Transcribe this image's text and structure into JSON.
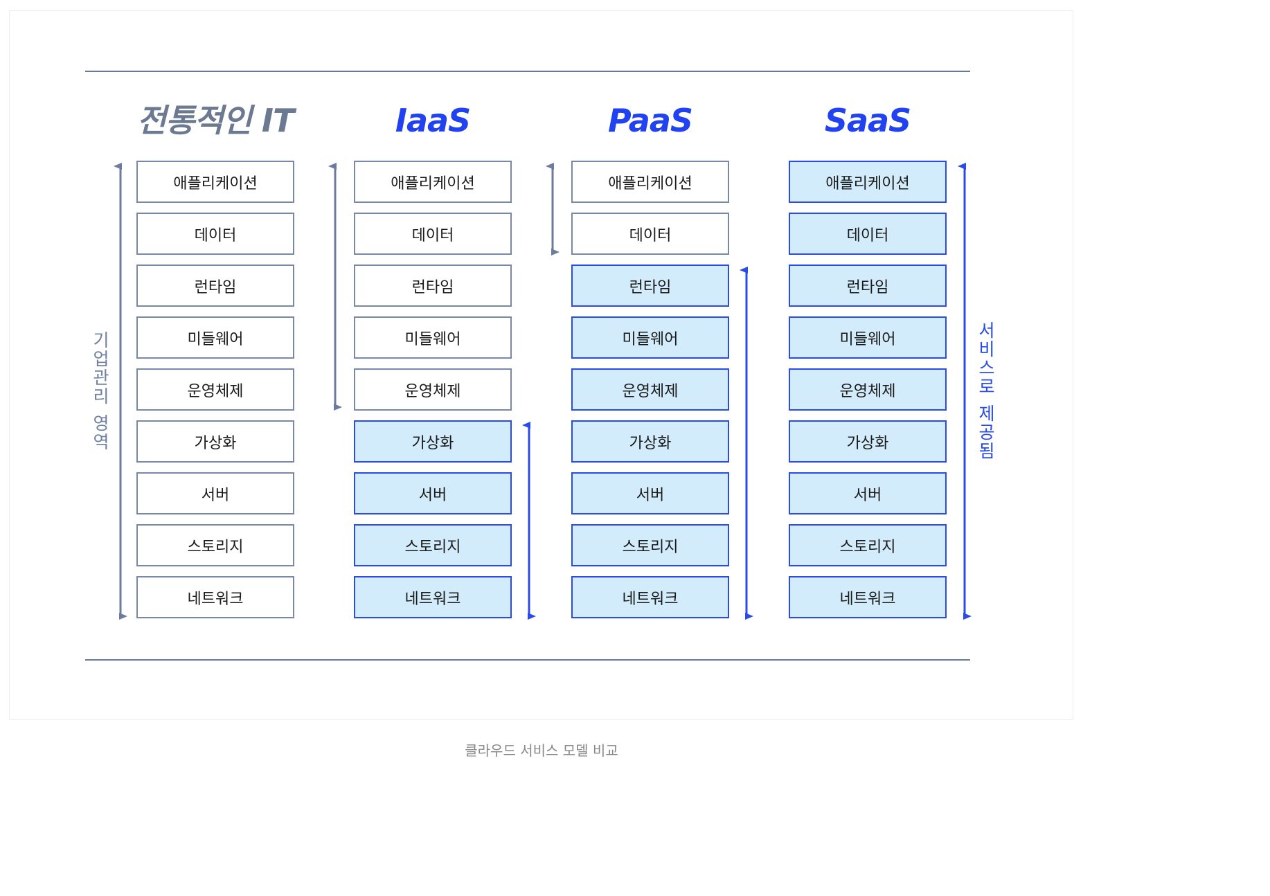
{
  "columns": [
    {
      "title": "전통적인 IT"
    },
    {
      "title": "IaaS"
    },
    {
      "title": "PaaS"
    },
    {
      "title": "SaaS"
    }
  ],
  "layers": [
    "애플리케이션",
    "데이터",
    "런타임",
    "미들웨어",
    "운영체제",
    "가상화",
    "서버",
    "스토리지",
    "네트워크"
  ],
  "service_start_index": [
    9,
    5,
    2,
    0
  ],
  "labels": {
    "managed": "기업관리 영역",
    "provided": "서비스로 제공됨"
  },
  "caption": "클라우드 서비스 모델 비교",
  "colors": {
    "managed": "#7a88a7",
    "service_fill": "#d3ecfb",
    "service_border": "#2a4be8",
    "title_blue": "#2142f0",
    "title_grey": "#6c7a91"
  }
}
